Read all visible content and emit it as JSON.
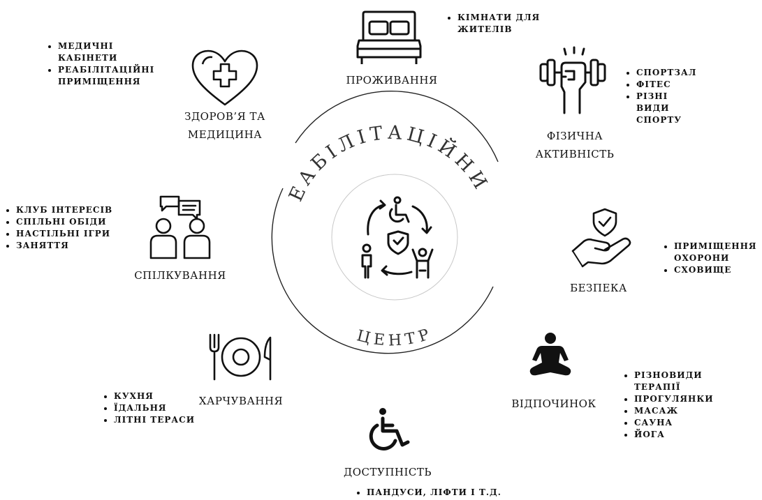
{
  "center": {
    "arc_top_text": "РЕАБІЛІТАЦІЙНИЙ",
    "arc_bottom_text": "ЦЕНТР",
    "icon": "rehabilitation-cycle-icon"
  },
  "nodes": {
    "living": {
      "title": "ПРОЖИВАННЯ",
      "icon": "bed-icon",
      "items": [
        "КІМНАТИ ДЛЯ ЖИТЕЛІВ"
      ]
    },
    "health": {
      "title_line1": "ЗДОРОВ’Я ТА",
      "title_line2": "МЕДИЦИНА",
      "icon": "heart-medical-cross-icon",
      "items": [
        "МЕДИЧНІ КАБІНЕТИ",
        "РЕАБІЛІТАЦІЙНІ ПРИМІЩЕННЯ"
      ]
    },
    "physical": {
      "title_line1": "ФІЗИЧНА",
      "title_line2": "АКТИВНІСТЬ",
      "icon": "dumbbell-hand-icon",
      "items": [
        "СПОРТЗАЛ",
        "ФІТЕС",
        "РІЗНІ ВИДИ СПОРТУ"
      ]
    },
    "communication": {
      "title": "СПІЛКУВАННЯ",
      "icon": "people-chat-icon",
      "items": [
        "КЛУБ ІНТЕРЕСІВ",
        "СПІЛЬНІ ОБІДИ",
        "НАСТІЛЬНІ ІГРИ",
        "ЗАНЯТТЯ"
      ]
    },
    "safety": {
      "title": "БЕЗПЕКА",
      "icon": "shield-hand-icon",
      "items": [
        "ПРИМІЩЕННЯ ОХОРОНИ",
        "СХОВИЩЕ"
      ]
    },
    "nutrition": {
      "title": "ХАРЧУВАННЯ",
      "icon": "plate-fork-knife-icon",
      "items": [
        "КУХНЯ",
        "ЇДАЛЬНЯ",
        "ЛІТНІ ТЕРАСИ"
      ]
    },
    "rest": {
      "title": "ВІДПОЧИНОК",
      "icon": "meditation-icon",
      "items": [
        "РІЗНОВИДИ ТЕРАПІЇ",
        "ПРОГУЛЯНКИ",
        "МАСАЖ",
        "САУНА",
        "ЙОГА"
      ]
    },
    "accessibility": {
      "title": "ДОСТУПНІСТЬ",
      "icon": "wheelchair-icon",
      "items": [
        "ПАНДУСИ, ЛІФТИ І Т.Д."
      ]
    }
  }
}
